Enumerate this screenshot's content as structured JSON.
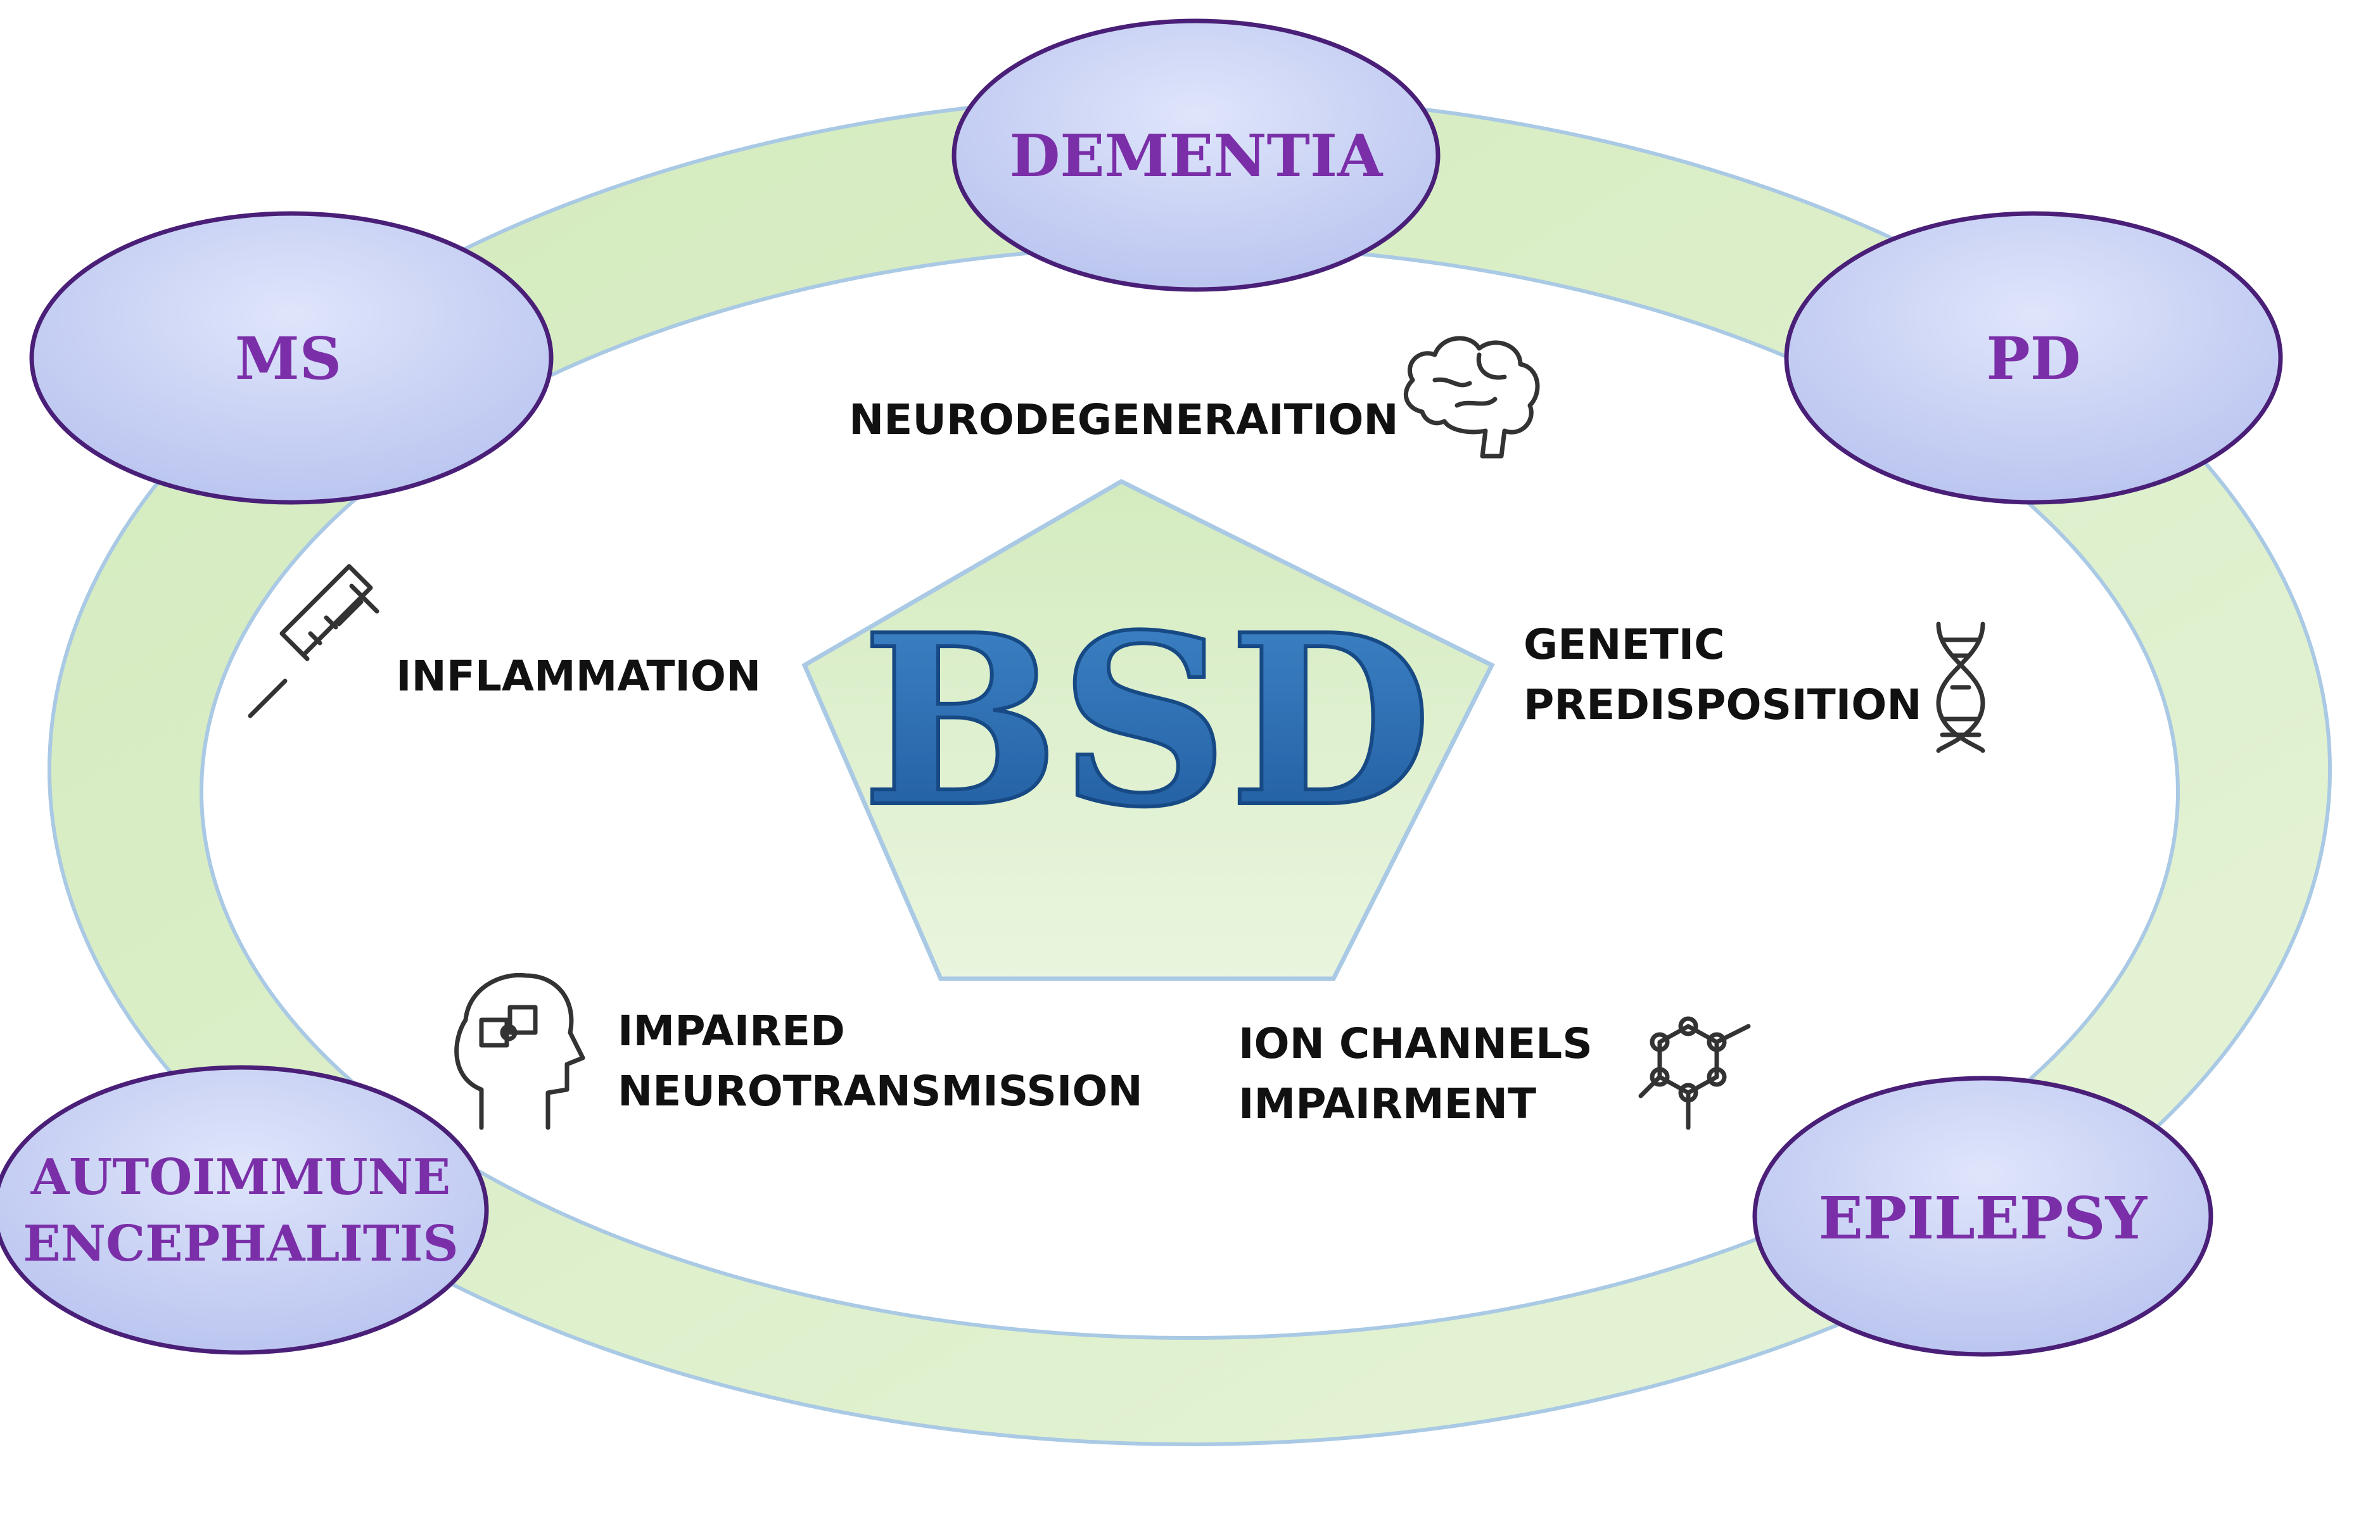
{
  "center": {
    "label": "BSD"
  },
  "diseases": {
    "dementia": "DEMENTIA",
    "ms": "MS",
    "pd": "PD",
    "autoimmune_line1": "AUTOIMMUNE",
    "autoimmune_line2": "ENCEPHALITIS",
    "epilepsy": "EPILEPSY"
  },
  "mechanisms": {
    "neurodegeneration": "NEURODEGENERAITION",
    "inflammation": "INFLAMMATION",
    "genetic_line1": "GENETIC",
    "genetic_line2": "PREDISPOSITION",
    "impaired_line1": "IMPAIRED",
    "impaired_line2": "NEUROTRANSMISSION",
    "ion_line1": "ION CHANNELS",
    "ion_line2": "IMPAIRMENT"
  },
  "icons": [
    "brain-icon",
    "syringe-icon",
    "dna-icon",
    "head-puzzle-icon",
    "molecule-icon"
  ],
  "colors": {
    "ring_fill": "#dcefc8",
    "ring_stroke": "#a9c9e4",
    "disease_fill": "#ccd4f3",
    "disease_stroke": "#4a1f78",
    "disease_text": "#7a2fa8",
    "pentagon_fill": "#e0f1cf",
    "pentagon_stroke": "#a9c9e4",
    "center_text": "#2f6db0"
  }
}
